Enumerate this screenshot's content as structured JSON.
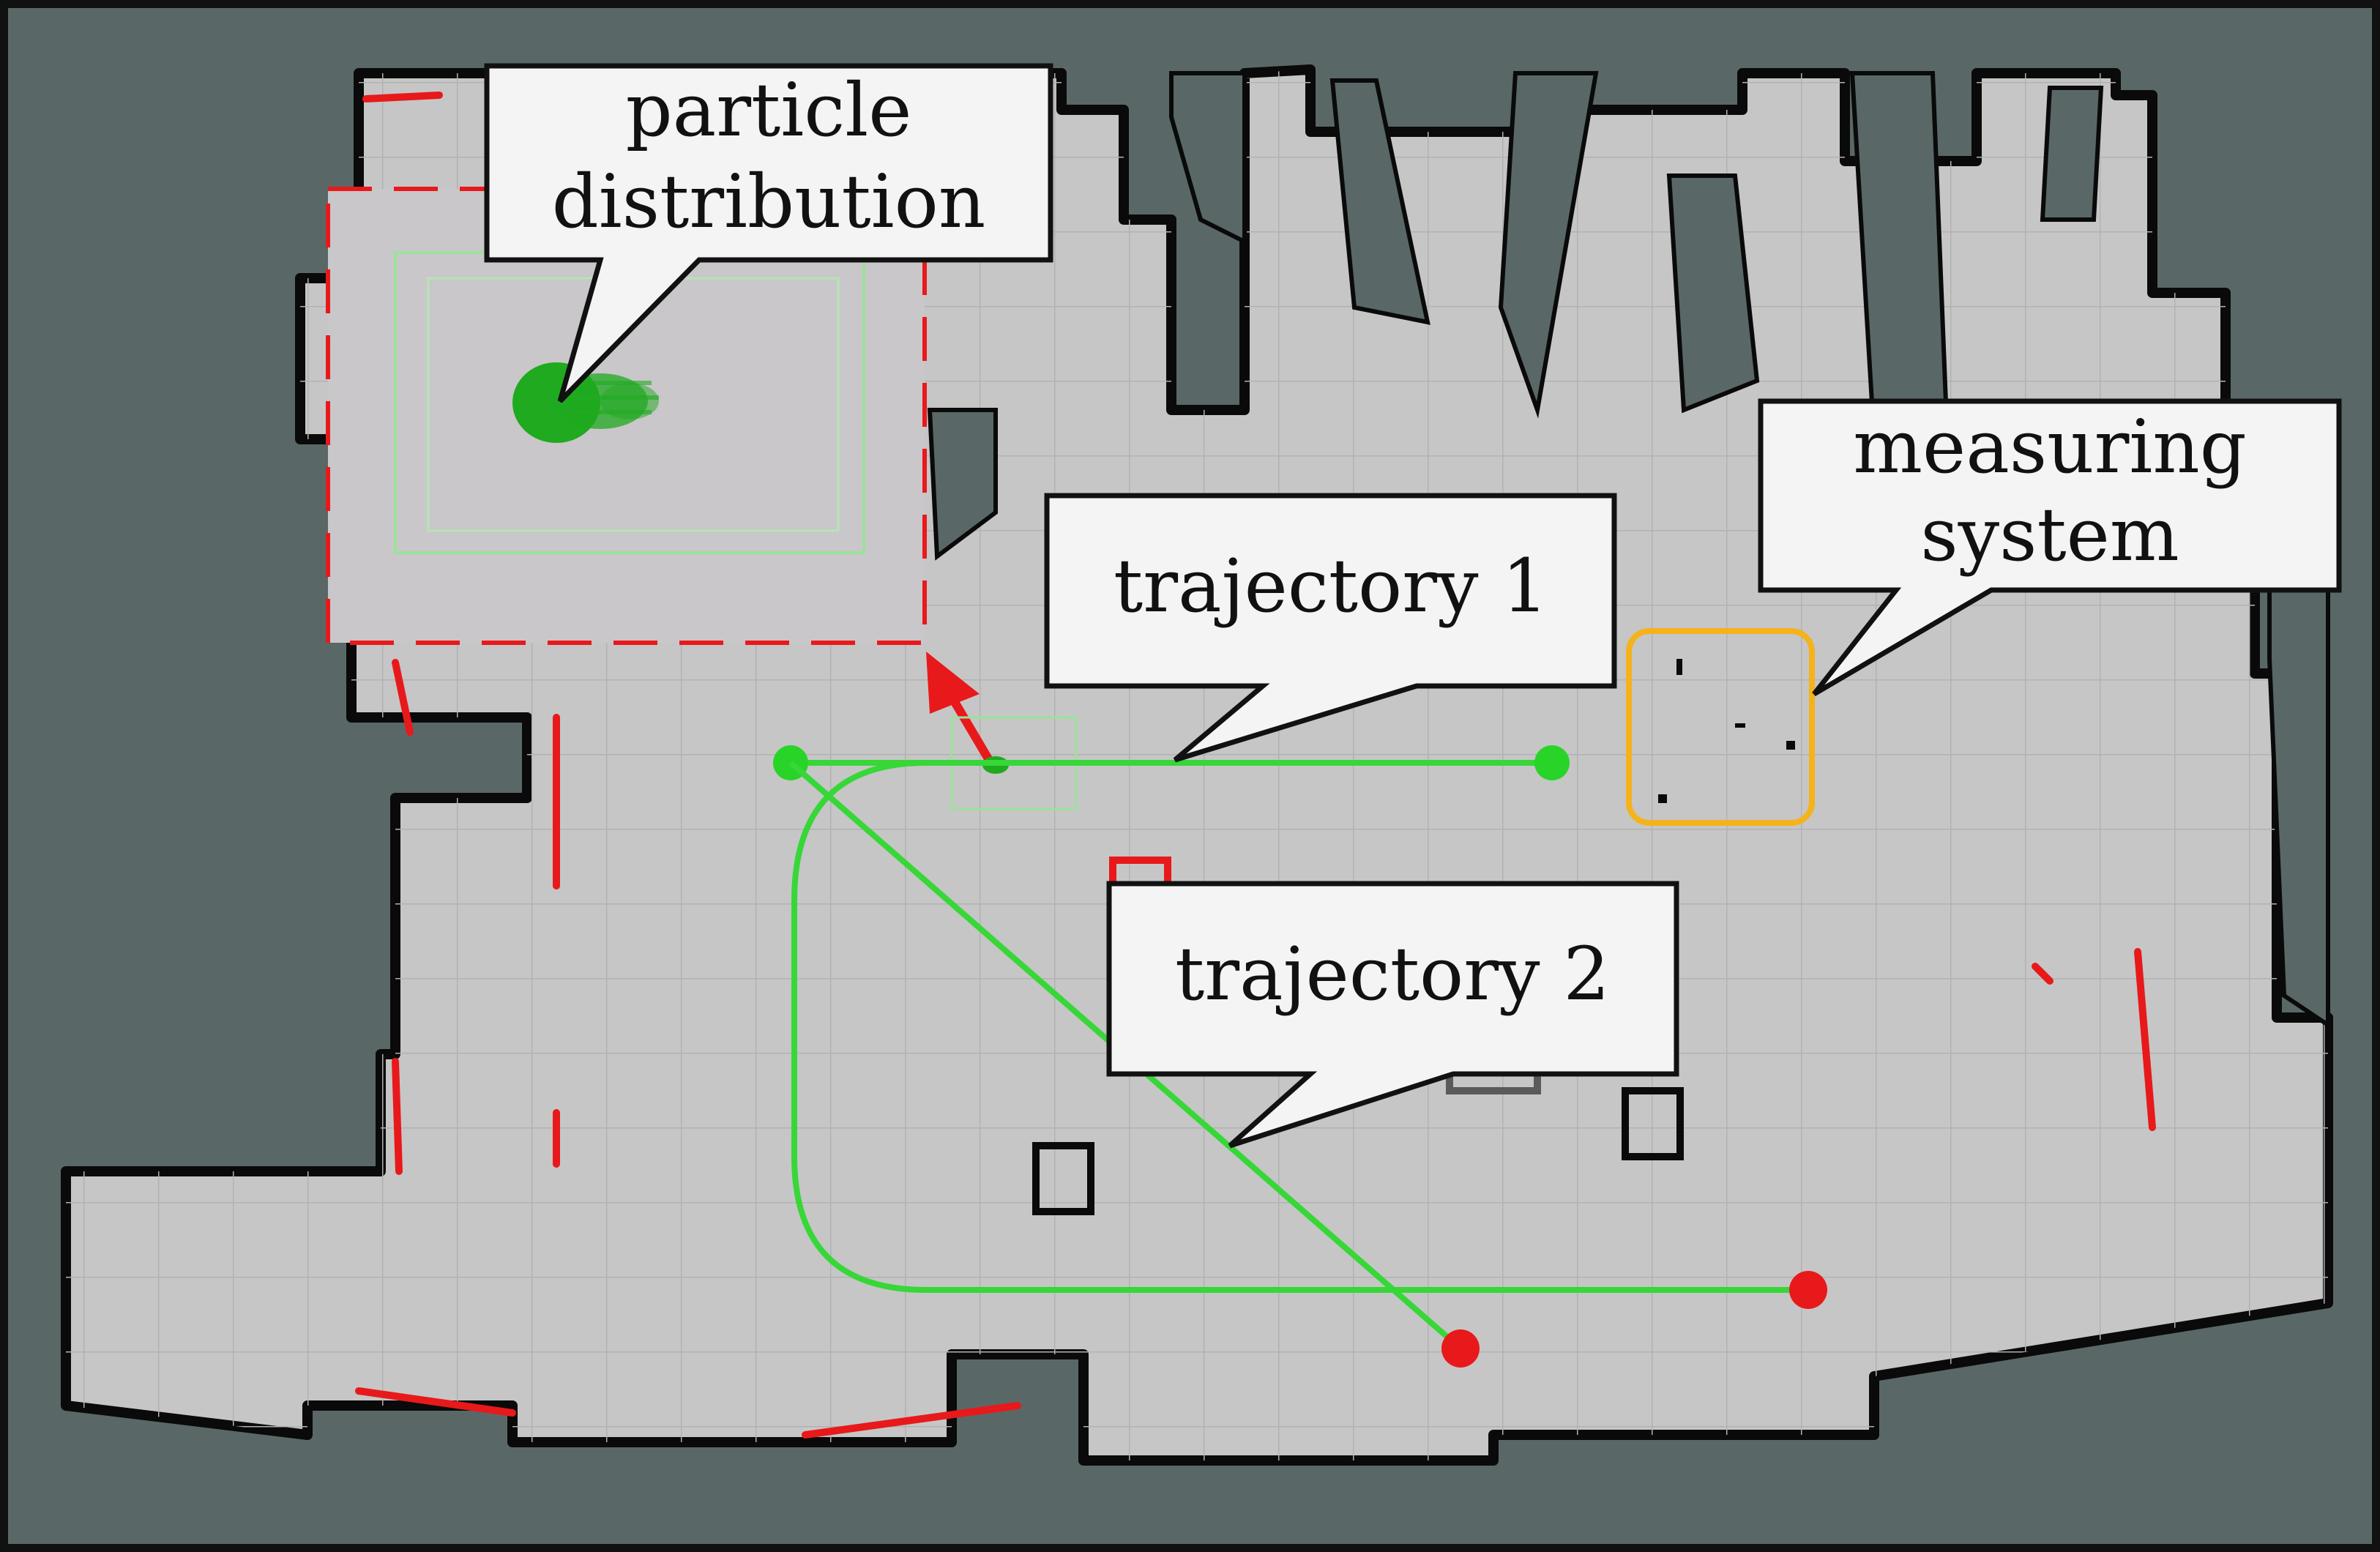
{
  "figure": {
    "colors": {
      "background": "#596867",
      "free_space": "#c6c6c6",
      "grid_line": "#b3b3b3",
      "obstacle": "#0a0a0a",
      "laser_hits": "#e8191b",
      "trajectory": "#37d737",
      "start_marker": "#28d428",
      "end_marker": "#e8191b",
      "particles": "#1faa1f",
      "measuring_box": "#f5b21a",
      "zoom_box": "#e8191b",
      "callout_fill": "#f4f4f4"
    },
    "callouts": {
      "particle_line1": "particle",
      "particle_line2": "distribution",
      "trajectory1": "trajectory 1",
      "trajectory2": "trajectory 2",
      "measuring_line1": "measuring",
      "measuring_line2": "system"
    }
  }
}
